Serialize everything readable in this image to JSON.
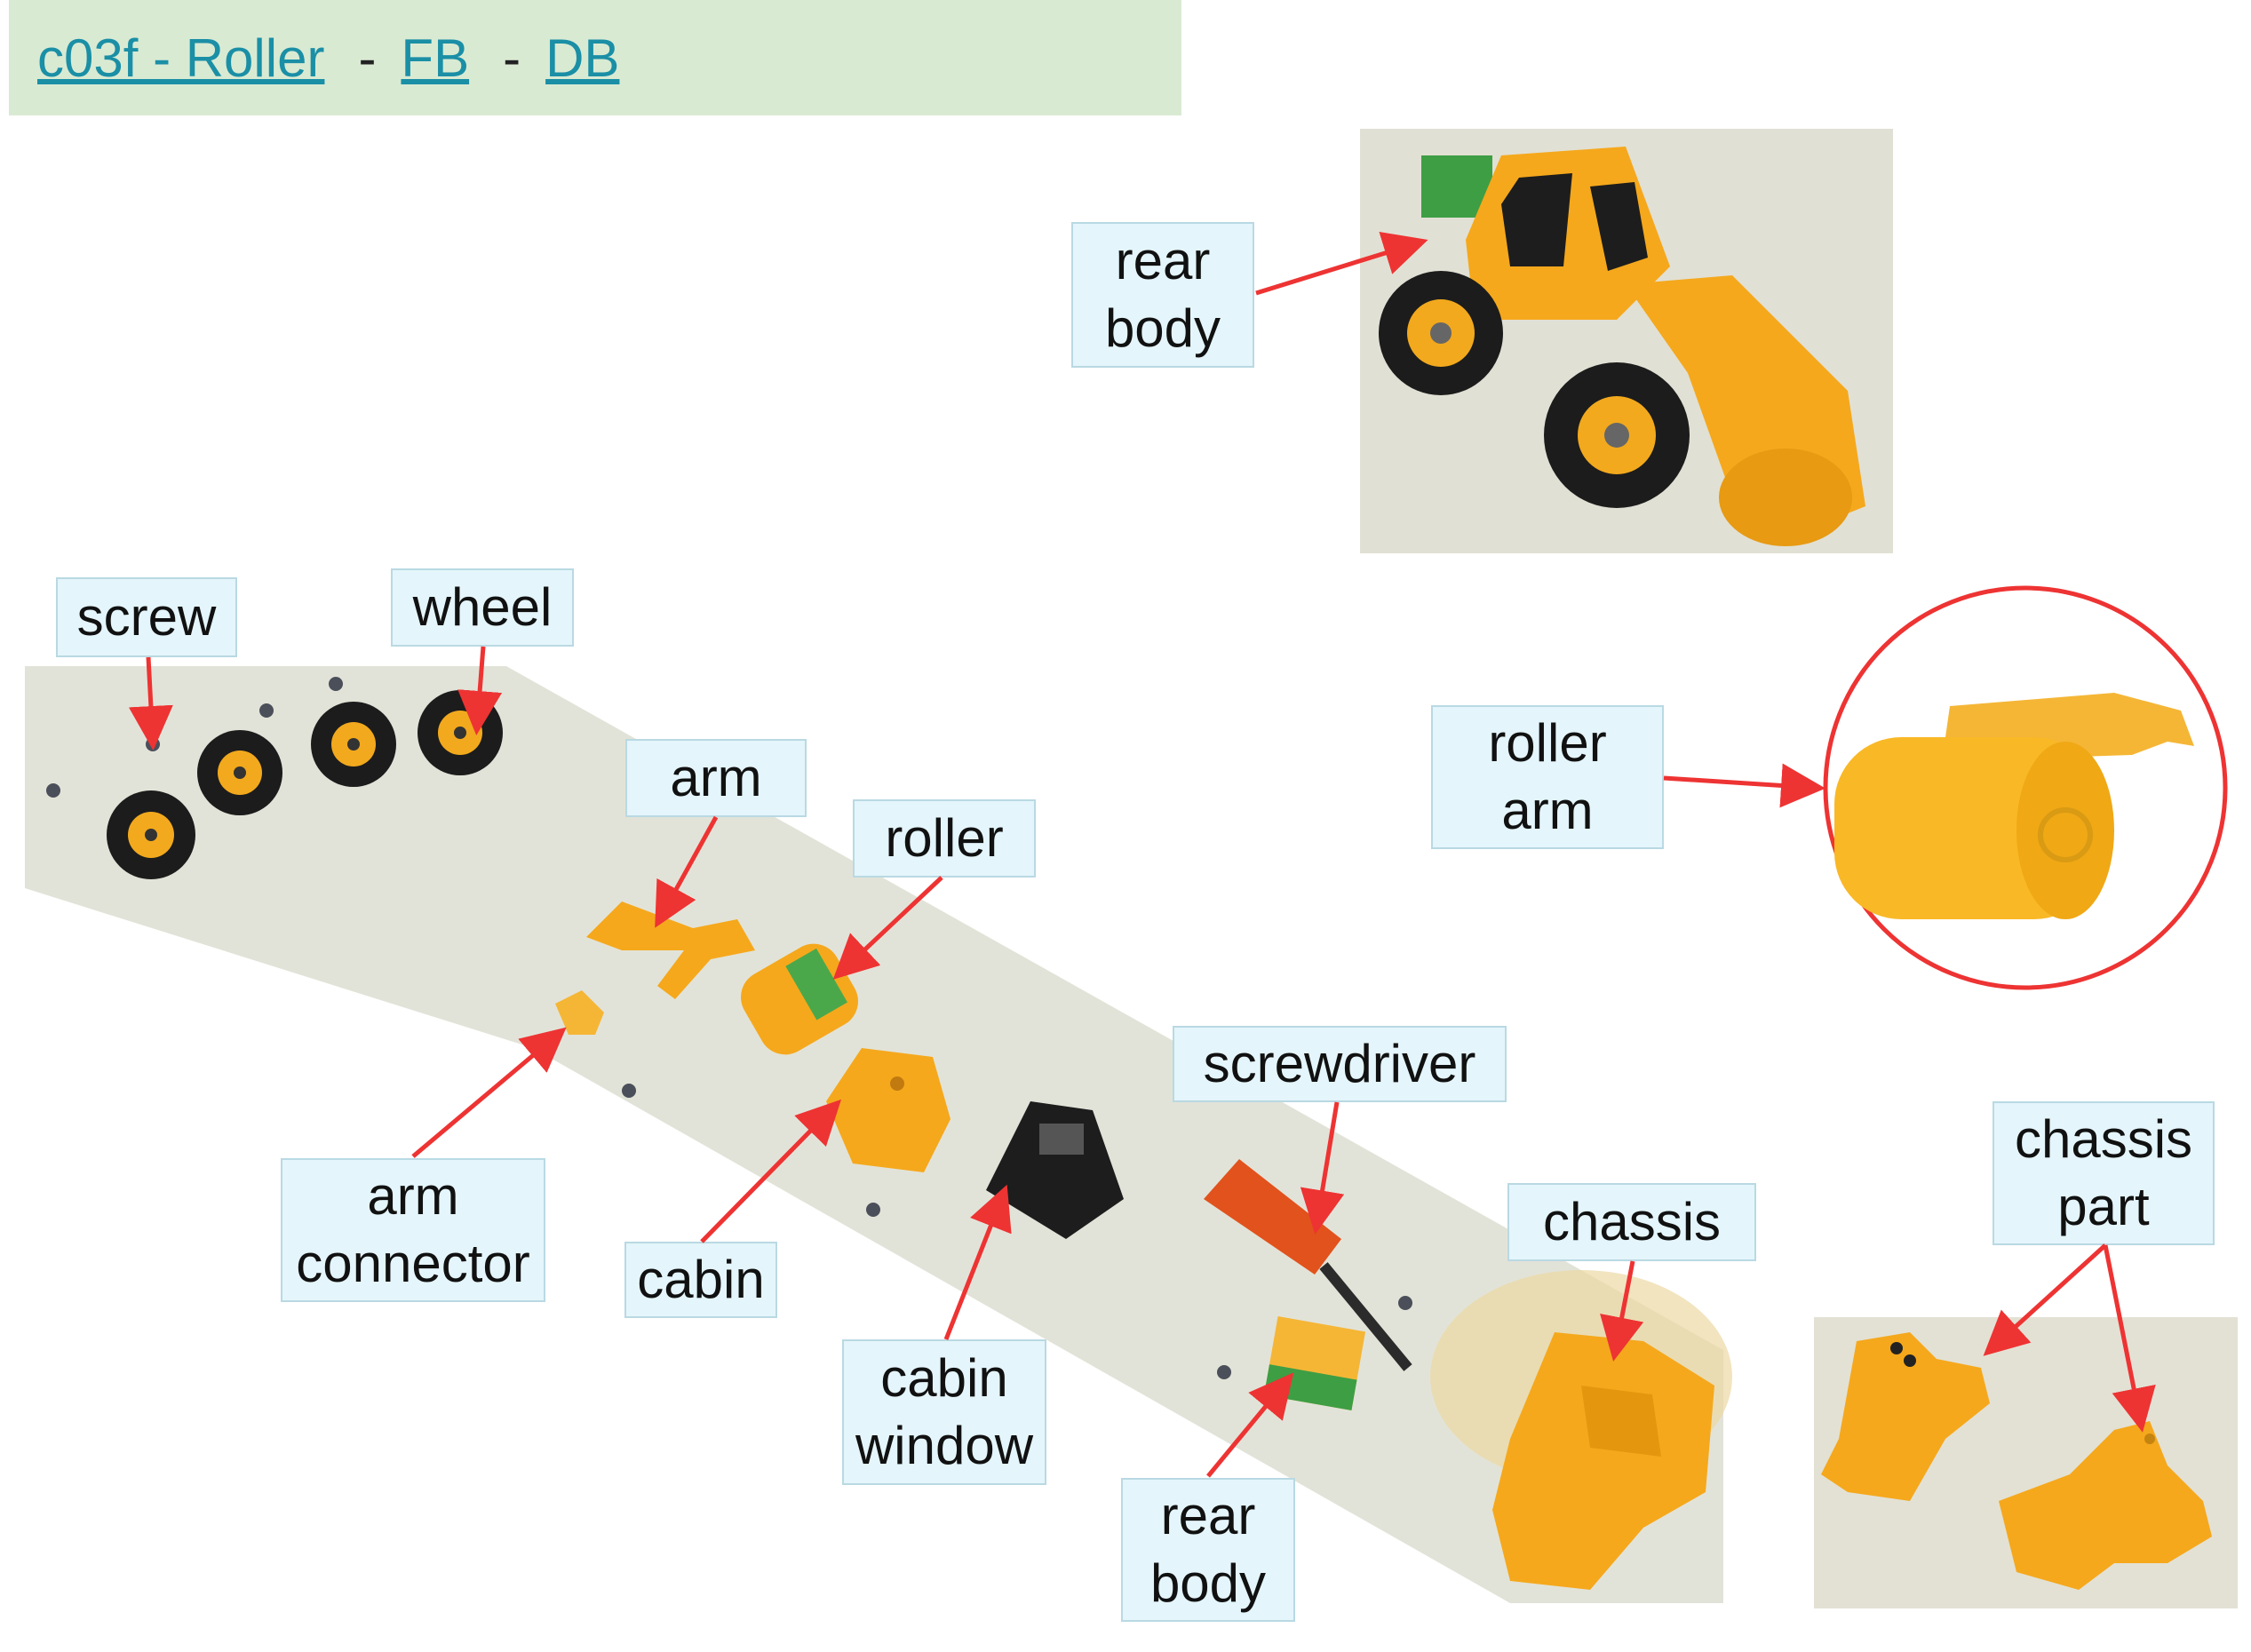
{
  "header": {
    "title_link": "c03f - Roller  ",
    "sep1": "-",
    "fb_link": "FB",
    "sep2": "-",
    "db_link": "DB"
  },
  "labels": {
    "rear_body_top": [
      "rear",
      "body"
    ],
    "screw": "screw",
    "wheel": "wheel",
    "arm": "arm",
    "roller": "roller",
    "roller_arm": [
      "roller",
      "arm"
    ],
    "arm_connector": [
      "arm",
      "connector"
    ],
    "cabin": "cabin",
    "cabin_window": [
      "cabin",
      "window"
    ],
    "screwdriver": "screwdriver",
    "chassis": "chassis",
    "rear_body_bottom": [
      "rear",
      "body"
    ],
    "chassis_part": [
      "chassis",
      "part"
    ]
  },
  "colors": {
    "arrow": "#ee3333",
    "label_bg": "#e4f5fb",
    "header_bg": "#d9ead3",
    "link": "#1a8fa6",
    "toy_yellow": "#f5a81c"
  }
}
